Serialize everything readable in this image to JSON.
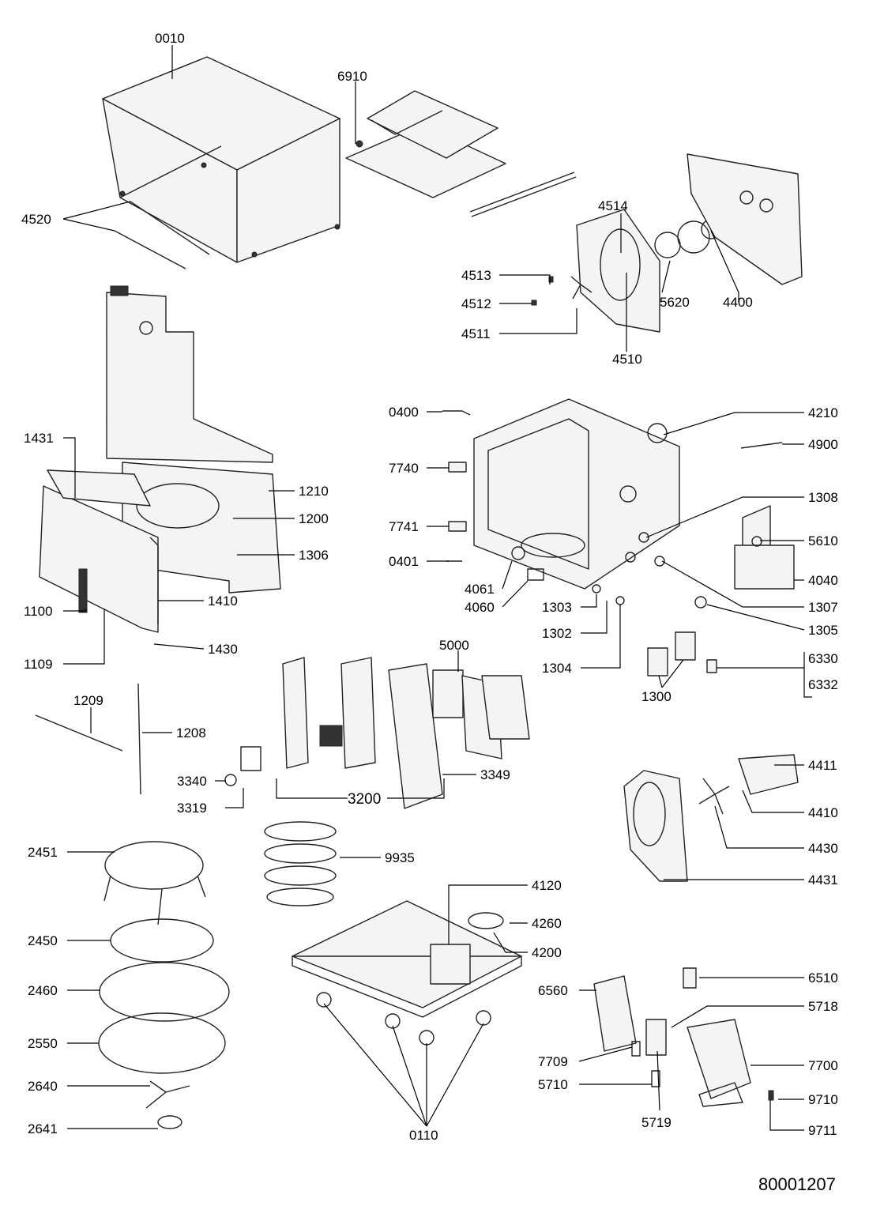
{
  "diagram": {
    "document_number": "80001207",
    "parts": [
      {
        "id": "p0010",
        "label": "0010"
      },
      {
        "id": "p6910",
        "label": "6910"
      },
      {
        "id": "p4520",
        "label": "4520"
      },
      {
        "id": "p4514",
        "label": "4514"
      },
      {
        "id": "p4513",
        "label": "4513"
      },
      {
        "id": "p4512",
        "label": "4512"
      },
      {
        "id": "p4511",
        "label": "4511"
      },
      {
        "id": "p4510",
        "label": "4510"
      },
      {
        "id": "p5620",
        "label": "5620"
      },
      {
        "id": "p4400",
        "label": "4400"
      },
      {
        "id": "p0400",
        "label": "0400"
      },
      {
        "id": "p4210",
        "label": "4210"
      },
      {
        "id": "p4900",
        "label": "4900"
      },
      {
        "id": "p7740",
        "label": "7740"
      },
      {
        "id": "p1308",
        "label": "1308"
      },
      {
        "id": "p7741",
        "label": "7741"
      },
      {
        "id": "p5610",
        "label": "5610"
      },
      {
        "id": "p0401",
        "label": "0401"
      },
      {
        "id": "p4061",
        "label": "4061"
      },
      {
        "id": "p4040",
        "label": "4040"
      },
      {
        "id": "p4060",
        "label": "4060"
      },
      {
        "id": "p1307",
        "label": "1307"
      },
      {
        "id": "p1303",
        "label": "1303"
      },
      {
        "id": "p1305",
        "label": "1305"
      },
      {
        "id": "p1302",
        "label": "1302"
      },
      {
        "id": "p1304",
        "label": "1304"
      },
      {
        "id": "p6330",
        "label": "6330"
      },
      {
        "id": "p6332",
        "label": "6332"
      },
      {
        "id": "p1300",
        "label": "1300"
      },
      {
        "id": "p1431",
        "label": "1431"
      },
      {
        "id": "p1210",
        "label": "1210"
      },
      {
        "id": "p1200",
        "label": "1200"
      },
      {
        "id": "p1306",
        "label": "1306"
      },
      {
        "id": "p1410",
        "label": "1410"
      },
      {
        "id": "p1100",
        "label": "1100"
      },
      {
        "id": "p1430",
        "label": "1430"
      },
      {
        "id": "p1109",
        "label": "1109"
      },
      {
        "id": "p5000",
        "label": "5000"
      },
      {
        "id": "p1209",
        "label": "1209"
      },
      {
        "id": "p1208",
        "label": "1208"
      },
      {
        "id": "p3340",
        "label": "3340"
      },
      {
        "id": "p3319",
        "label": "3319"
      },
      {
        "id": "p3200",
        "label": "3200"
      },
      {
        "id": "p3349",
        "label": "3349"
      },
      {
        "id": "p4411",
        "label": "4411"
      },
      {
        "id": "p4410",
        "label": "4410"
      },
      {
        "id": "p4430",
        "label": "4430"
      },
      {
        "id": "p4431",
        "label": "4431"
      },
      {
        "id": "p2451",
        "label": "2451"
      },
      {
        "id": "p9935",
        "label": "9935"
      },
      {
        "id": "p4120",
        "label": "4120"
      },
      {
        "id": "p4260",
        "label": "4260"
      },
      {
        "id": "p2450",
        "label": "2450"
      },
      {
        "id": "p4200",
        "label": "4200"
      },
      {
        "id": "p2460",
        "label": "2460"
      },
      {
        "id": "p6510",
        "label": "6510"
      },
      {
        "id": "p6560",
        "label": "6560"
      },
      {
        "id": "p5718",
        "label": "5718"
      },
      {
        "id": "p2550",
        "label": "2550"
      },
      {
        "id": "p7709",
        "label": "7709"
      },
      {
        "id": "p7700",
        "label": "7700"
      },
      {
        "id": "p5710",
        "label": "5710"
      },
      {
        "id": "p2640",
        "label": "2640"
      },
      {
        "id": "p9710",
        "label": "9710"
      },
      {
        "id": "p5719",
        "label": "5719"
      },
      {
        "id": "p2641",
        "label": "2641"
      },
      {
        "id": "p9711",
        "label": "9711"
      },
      {
        "id": "p0110",
        "label": "0110"
      }
    ]
  }
}
